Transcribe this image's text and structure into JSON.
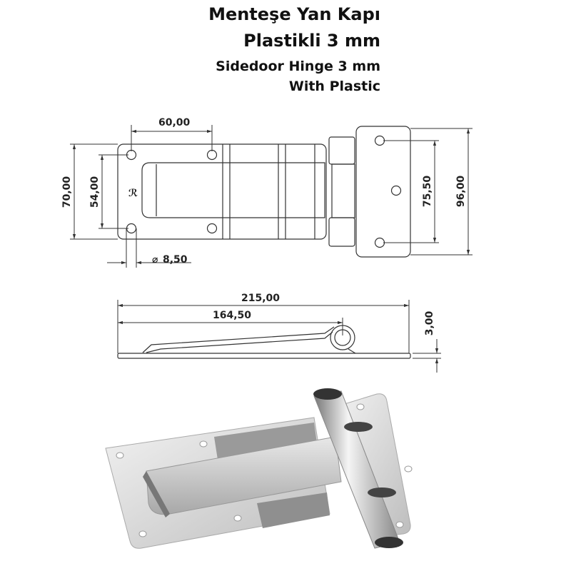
{
  "title": {
    "line1": "Menteşe Yan Kapı",
    "line2": "Plastikli 3 mm",
    "line3": "Sidedoor Hinge 3 mm",
    "line4": "With Plastic"
  },
  "dimensions": {
    "hole_spacing": "60,00",
    "plate_height": "70,00",
    "inner_hole_spacing": "54,00",
    "hole_diameter": "8,50",
    "leaf_hole_spacing": "75,50",
    "leaf_height": "96,00",
    "total_length": "215,00",
    "pin_distance": "164,50",
    "thickness": "3,00"
  },
  "colors": {
    "line": "#333333",
    "metal_light": "#e4e4e4",
    "metal_dark": "#8a8a8a"
  }
}
